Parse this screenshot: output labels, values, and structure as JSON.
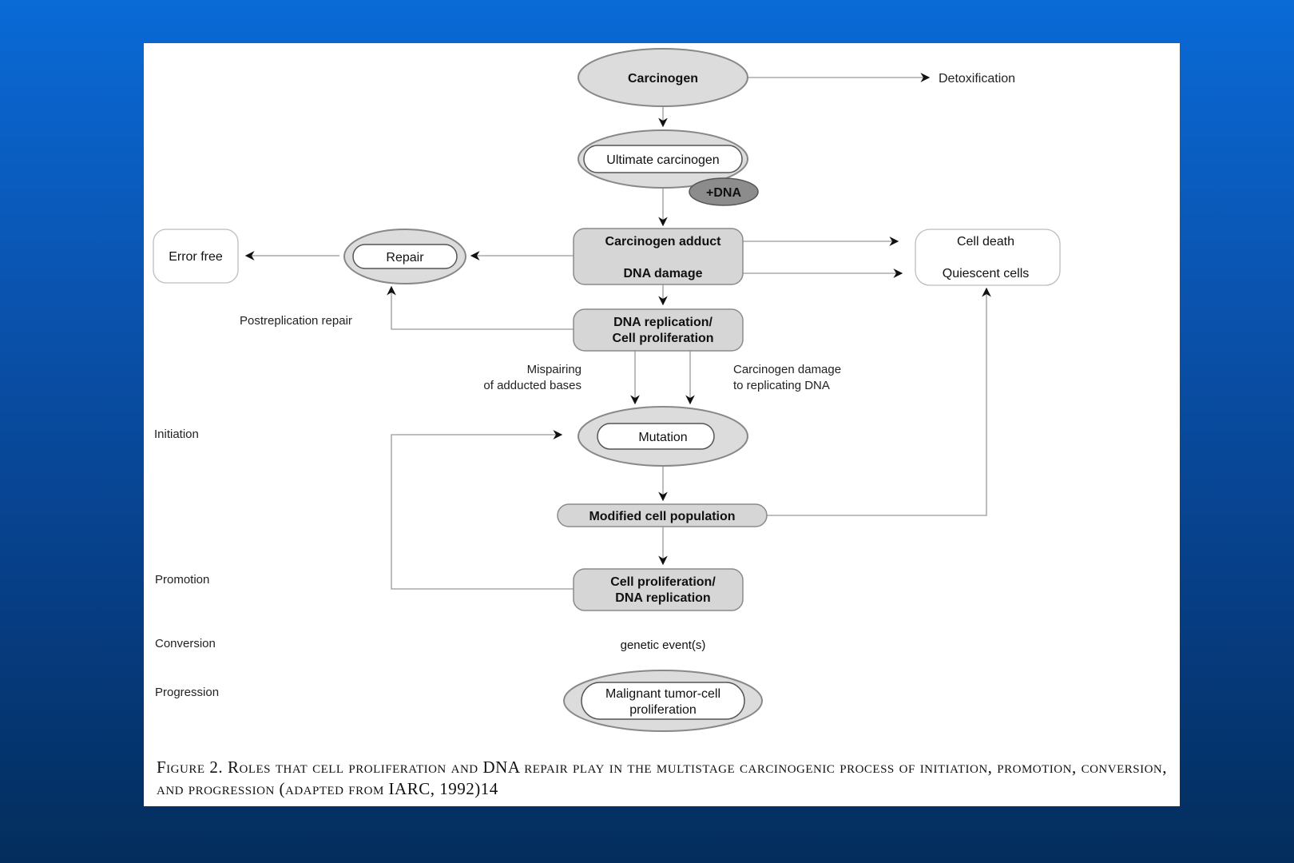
{
  "nodes": {
    "carcinogen": "Carcinogen",
    "detoxification": "Detoxification",
    "ultimate_carcinogen": "Ultimate carcinogen",
    "plus_dna": "+DNA",
    "adduct_line1": "Carcinogen adduct",
    "adduct_line2": "DNA damage",
    "repair": "Repair",
    "error_free": "Error free",
    "cell_death": "Cell death",
    "quiescent_cells": "Quiescent cells",
    "replication_line1": "DNA replication/",
    "replication_line2": "Cell proliferation",
    "mutation": "Mutation",
    "modified_population": "Modified cell population",
    "proliferation_line1": "Cell proliferation/",
    "proliferation_line2": "DNA replication",
    "malignant_line1": "Malignant tumor-cell",
    "malignant_line2": "proliferation"
  },
  "edge_labels": {
    "postreplication_repair": "Postreplication repair",
    "mispairing_line1": "Mispairing",
    "mispairing_line2": "of adducted bases",
    "damage_line1": "Carcinogen damage",
    "damage_line2": "to replicating DNA",
    "genetic_events": "genetic event(s)"
  },
  "stages": {
    "initiation": "Initiation",
    "promotion": "Promotion",
    "conversion": "Conversion",
    "progression": "Progression"
  },
  "caption": "Figure 2. Roles that cell proliferation and DNA repair play in the multistage carcinogenic process of initiation, promotion, conversion, and progression (adapted from IARC, 1992)14"
}
